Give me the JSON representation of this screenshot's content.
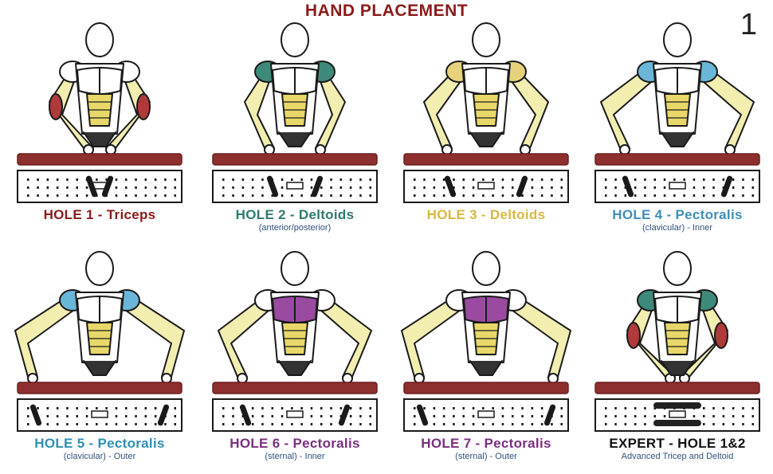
{
  "header": {
    "title": "HAND PLACEMENT",
    "page_number": "1"
  },
  "colors": {
    "title": "#8b1a1a",
    "skin": "#ffffff",
    "outline": "#1a1a1a",
    "abs": "#e8d86a",
    "board": "#8e2f2f",
    "board_dark": "#6b1e1e",
    "triceps": "#b03a3a",
    "deltoids_teal": "#3e8a7a",
    "deltoids_yellow": "#e6d27a",
    "pec_blue": "#6ab6d8",
    "pec_purple": "#9a4aa0",
    "arm_pale": "#f2eeb0"
  },
  "panels": [
    {
      "id": "hole-1",
      "title": "HOLE 1 - Triceps",
      "subtitle": "",
      "title_color": "#8b1a1a",
      "muscle": "triceps",
      "muscle_color": "#b03a3a",
      "arms": "close",
      "grip": "center"
    },
    {
      "id": "hole-2",
      "title": "HOLE 2 - Deltoids",
      "subtitle": "(anterior/posterior)",
      "title_color": "#2e7a6e",
      "muscle": "deltoid",
      "muscle_color": "#3e8a7a",
      "arms": "close",
      "grip": "near"
    },
    {
      "id": "hole-3",
      "title": "HOLE 3 - Deltoids",
      "subtitle": "",
      "title_color": "#d8b840",
      "muscle": "deltoid",
      "muscle_color": "#e6d27a",
      "arms": "mid",
      "grip": "mid"
    },
    {
      "id": "hole-4",
      "title": "HOLE 4 - Pectoralis",
      "subtitle": "(clavicular) - Inner",
      "title_color": "#3f8fb8",
      "muscle": "pec-upper",
      "muscle_color": "#6ab6d8",
      "arms": "wide",
      "grip": "wide"
    },
    {
      "id": "hole-5",
      "title": "HOLE 5 - Pectoralis",
      "subtitle": "(clavicular) - Outer",
      "title_color": "#2f8fb5",
      "muscle": "pec-upper",
      "muscle_color": "#6ab6d8",
      "arms": "wider",
      "grip": "wider"
    },
    {
      "id": "hole-6",
      "title": "HOLE 6 - Pectoralis",
      "subtitle": "(sternal) - Inner",
      "title_color": "#7a2f7f",
      "muscle": "pec-chest",
      "muscle_color": "#9a4aa0",
      "arms": "wide",
      "grip": "wide"
    },
    {
      "id": "hole-7",
      "title": "HOLE 7 - Pectoralis",
      "subtitle": "(sternal) - Outer",
      "title_color": "#7a2f7f",
      "muscle": "pec-chest",
      "muscle_color": "#9a4aa0",
      "arms": "wider",
      "grip": "wider"
    },
    {
      "id": "expert",
      "title": "EXPERT - HOLE 1&2",
      "subtitle": "Advanced Tricep and Deltoid",
      "title_color": "#111111",
      "muscle": "expert",
      "muscle_color": "#b03a3a",
      "arms": "close",
      "grip": "expert"
    }
  ]
}
